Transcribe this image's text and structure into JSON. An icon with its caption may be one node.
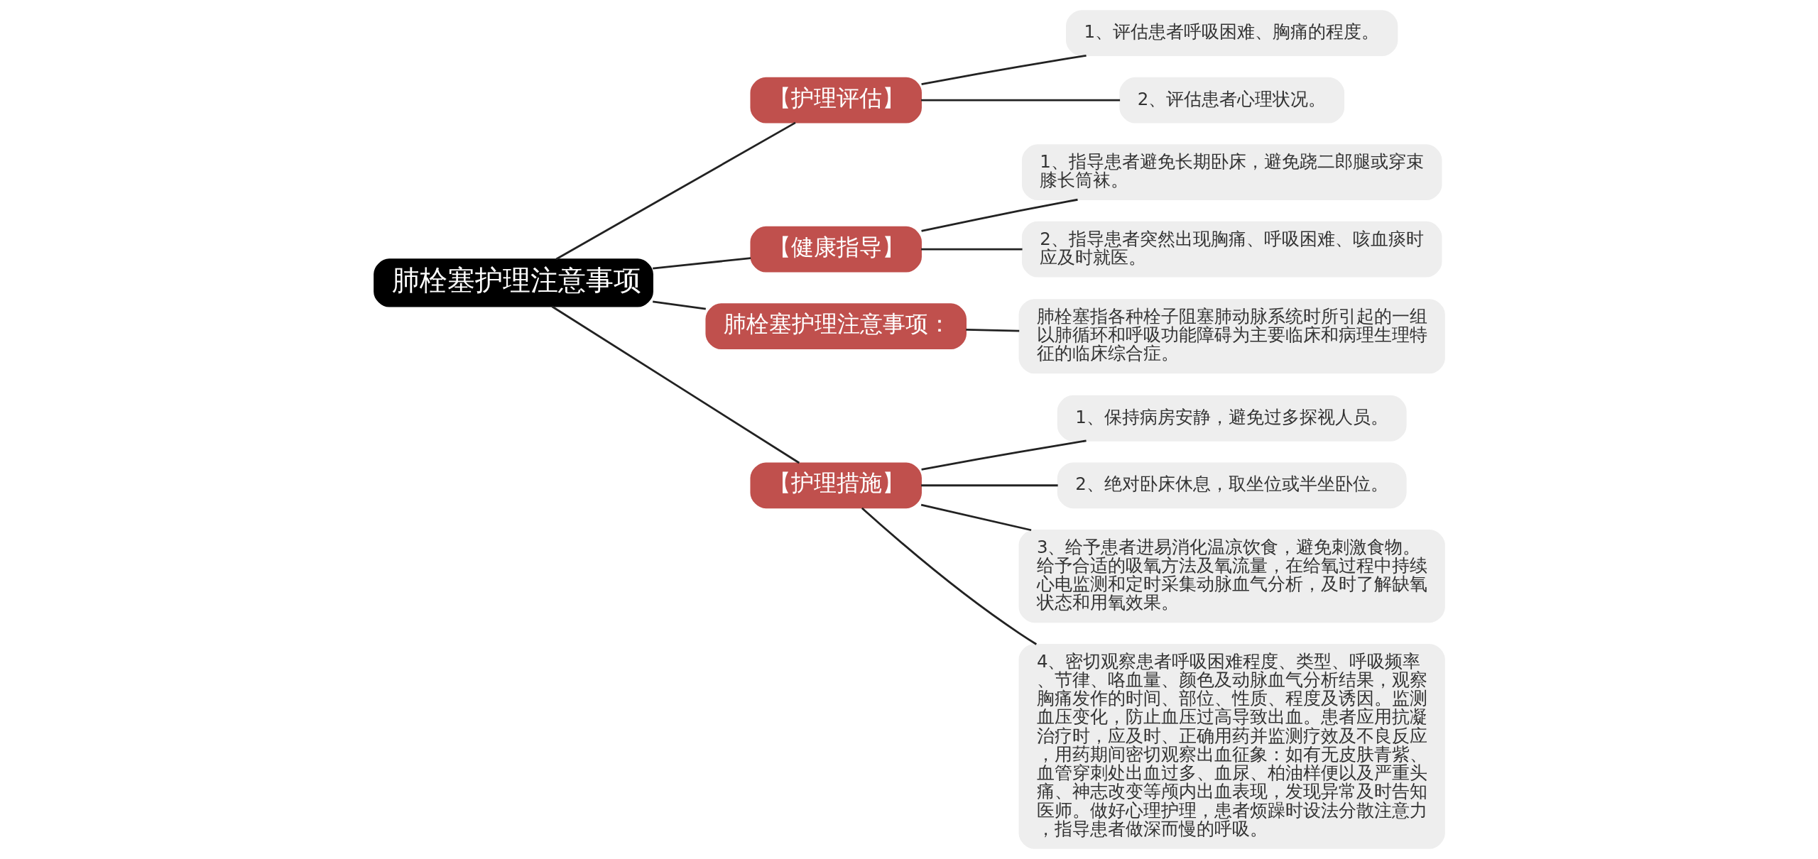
{
  "diagram": {
    "nodes": [
      {
        "text": [
          "肺栓塞护理注意事项"
        ]
      },
      {
        "text": [
          "【护理评估】"
        ]
      },
      {
        "text": [
          "1、评估患者呼吸困难、胸痛的程度。"
        ]
      },
      {
        "text": [
          "2、评估患者心理状况。"
        ]
      },
      {
        "text": [
          "【健康指导】"
        ]
      },
      {
        "text": [
          "1、指导患者避免长期卧床，避免跷二郎腿或穿束膝长筒袜。"
        ]
      },
      {
        "text": [
          "2、指导患者突然出现胸痛、呼吸困难、咳血痰时应及时就医。"
        ]
      },
      {
        "text": [
          "肺栓塞护理注意事项："
        ]
      },
      {
        "text": [
          "肺栓塞指各种栓子阻塞肺动脉系统时所引起的一组以肺循环和呼吸功能障碍为主要临床和病理生理特征的临床综合症。"
        ]
      },
      {
        "text": [
          "【护理措施】"
        ]
      },
      {
        "text": [
          "1、保持病房安静，避免过多探视人员。"
        ]
      },
      {
        "text": [
          "2、绝对卧床休息，取坐位或半坐卧位。"
        ]
      },
      {
        "text": [
          "3、给予患者进易消化温凉饮食，避免刺激食物。给予合适的吸氧方法及氧流量，在给氧过程中持续心电监测和定时采集动脉血气分析，及时了解缺氧状态和用氧效果。"
        ]
      },
      {
        "text": [
          "4、密切观察患者呼吸困难程度、类型、呼吸频率、节律、咯血量、颜色及动脉血气分析结果，观察胸痛发作的时间、部位、性质、程度及诱因。监测血压变化，防止血压过高导致出血。患者应用抗凝治疗时，应及时、正确用药并监测疗效及不良反应，用药期间密切观察出血征象：如有无皮肤青紫、血管穿刺处出血过多、血尿、柏油样便以及严重头痛、神志改变等颅内出血表现，发现异常及时告知医师。做好心理护理，患者烦躁时设法分散注意力，指导患者做深而慢的呼吸。"
        ]
      }
    ],
    "edges": [
      {
        "from": 0,
        "to": 1,
        "arrow": "none"
      },
      {
        "from": 1,
        "to": 2,
        "arrow": "none"
      },
      {
        "from": 1,
        "to": 3,
        "arrow": "none"
      },
      {
        "from": 0,
        "to": 4,
        "arrow": "none"
      },
      {
        "from": 4,
        "to": 5,
        "arrow": "none"
      },
      {
        "from": 4,
        "to": 6,
        "arrow": "none"
      },
      {
        "from": 0,
        "to": 7,
        "arrow": "none"
      },
      {
        "from": 7,
        "to": 8,
        "arrow": "none"
      },
      {
        "from": 0,
        "to": 9,
        "arrow": "none"
      },
      {
        "from": 9,
        "to": 10,
        "arrow": "none"
      },
      {
        "from": 9,
        "to": 11,
        "arrow": "none"
      },
      {
        "from": 9,
        "to": 12,
        "arrow": "none"
      },
      {
        "from": 9,
        "to": 13,
        "arrow": "none"
      }
    ]
  }
}
